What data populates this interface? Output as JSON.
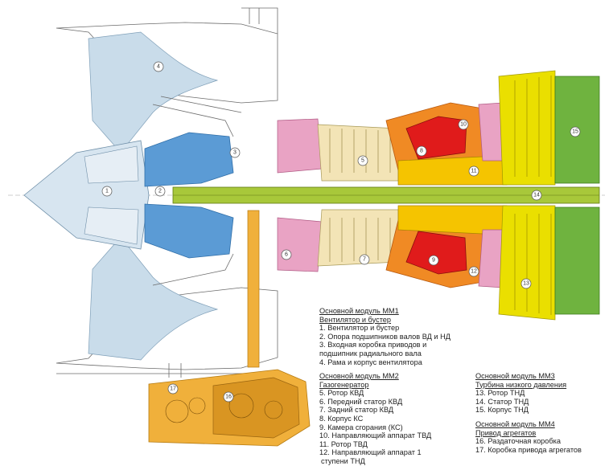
{
  "diagram": {
    "colors": {
      "fan": "#c9dcea",
      "fan_dark": "#9fbfd8",
      "booster": "#5b9bd5",
      "lp_compressor": "#f3e4b6",
      "hp_compressor": "#f6ee9a",
      "hpc_stator": "#e9a3c4",
      "combustor": "#f08a24",
      "combustion_chamber": "#e01b1b",
      "hp_turbine": "#f5c400",
      "lp_turbine": "#eadf00",
      "lp_turbine_case": "#6fb33f",
      "shaft": "#a8c83a",
      "gearbox": "#f0b03b",
      "gearbox_dark": "#d99522"
    },
    "callouts": [
      "1",
      "2",
      "3",
      "4",
      "5",
      "6",
      "7",
      "8",
      "9",
      "10",
      "11",
      "12",
      "13",
      "14",
      "15",
      "16",
      "17"
    ]
  },
  "legend": {
    "mm1": {
      "title": "Основной модуль ММ1",
      "subtitle": "Вентилятор и бустер",
      "items": [
        "1. Вентилятор и бустер",
        "2. Опора подшипников  валов ВД и НД",
        "3. Входная коробка приводов и",
        "подшипник радиального вала",
        "4. Рама и корпус вентилятора"
      ]
    },
    "mm2": {
      "title": "Основной модуль ММ2",
      "subtitle": "Газогенератор",
      "items": [
        "5. Ротор КВД",
        "6. Передний статор КВД",
        "7. Задний статор КВД",
        "8. Корпус КС",
        "9. Камера сгорания (КС)",
        "10. Направляющий аппарат ТВД",
        "11.  Ротор ТВД",
        "12. Направляющий аппарат 1",
        "ступени ТНД"
      ]
    },
    "mm3": {
      "title": "Основной модуль ММ3",
      "subtitle": "Турбина низкого давления",
      "items": [
        "13. Ротор ТНД",
        "14. Статор ТНД",
        "15. Корпус ТНД"
      ]
    },
    "mm4": {
      "title": "Основной модуль ММ4",
      "subtitle": "Привод агрегатов",
      "items": [
        "16. Раздаточная коробка",
        "17.  Коробка привода агрегатов"
      ]
    }
  }
}
